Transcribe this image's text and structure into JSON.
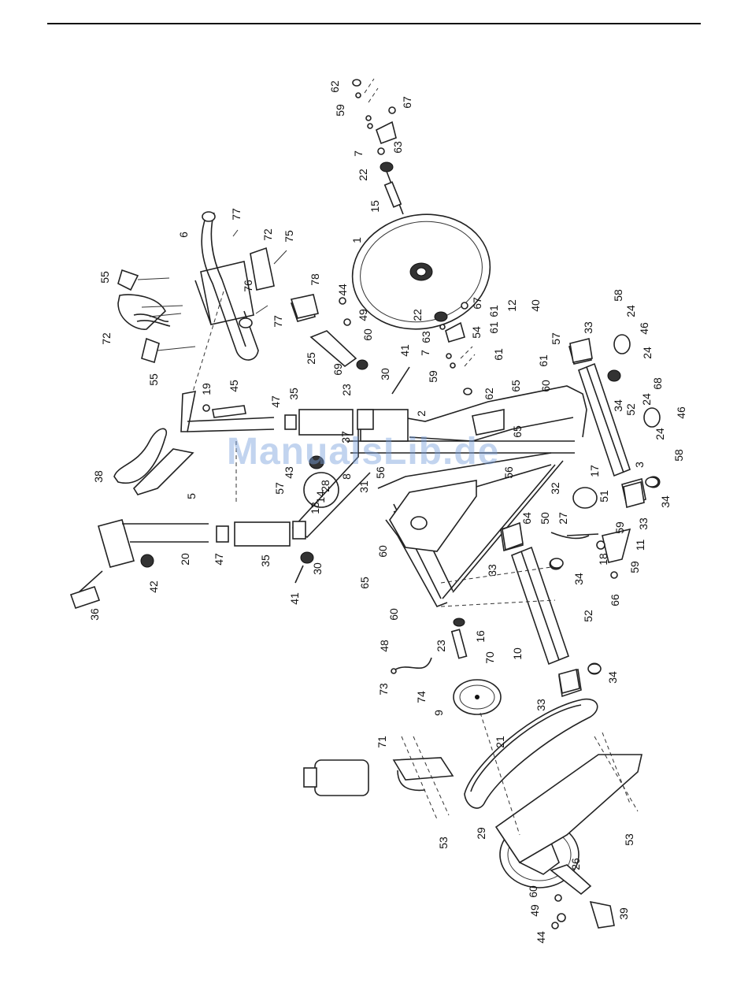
{
  "watermark": "ManualsLib.de",
  "callouts": [
    {
      "id": "c62a",
      "text": "62"
    },
    {
      "id": "c59a",
      "text": "59"
    },
    {
      "id": "c67a",
      "text": "67"
    },
    {
      "id": "c7a",
      "text": "7"
    },
    {
      "id": "c63a",
      "text": "63"
    },
    {
      "id": "c22a",
      "text": "22"
    },
    {
      "id": "c15",
      "text": "15"
    },
    {
      "id": "c1",
      "text": "1"
    },
    {
      "id": "c77a",
      "text": "77"
    },
    {
      "id": "c6",
      "text": "6"
    },
    {
      "id": "c72a",
      "text": "72"
    },
    {
      "id": "c75",
      "text": "75"
    },
    {
      "id": "c55a",
      "text": "55"
    },
    {
      "id": "c76",
      "text": "76"
    },
    {
      "id": "c72b",
      "text": "72"
    },
    {
      "id": "c77b",
      "text": "77"
    },
    {
      "id": "c55b",
      "text": "55"
    },
    {
      "id": "c78",
      "text": "78"
    },
    {
      "id": "c44a",
      "text": "44"
    },
    {
      "id": "c49a",
      "text": "49"
    },
    {
      "id": "c60a",
      "text": "60"
    },
    {
      "id": "c25",
      "text": "25"
    },
    {
      "id": "c69",
      "text": "69"
    },
    {
      "id": "c22b",
      "text": "22"
    },
    {
      "id": "c67b",
      "text": "67"
    },
    {
      "id": "c61a",
      "text": "61"
    },
    {
      "id": "c12",
      "text": "12"
    },
    {
      "id": "c40",
      "text": "40"
    },
    {
      "id": "c54",
      "text": "54"
    },
    {
      "id": "c61b",
      "text": "61"
    },
    {
      "id": "c63b",
      "text": "63"
    },
    {
      "id": "c7b",
      "text": "7"
    },
    {
      "id": "c57a",
      "text": "57"
    },
    {
      "id": "c61c",
      "text": "61"
    },
    {
      "id": "c61d",
      "text": "61"
    },
    {
      "id": "c41a",
      "text": "41"
    },
    {
      "id": "c30a",
      "text": "30"
    },
    {
      "id": "c23a",
      "text": "23"
    },
    {
      "id": "c59b",
      "text": "59"
    },
    {
      "id": "c62b",
      "text": "62"
    },
    {
      "id": "c33a",
      "text": "33"
    },
    {
      "id": "c58a",
      "text": "58"
    },
    {
      "id": "c24a",
      "text": "24"
    },
    {
      "id": "c46a",
      "text": "46"
    },
    {
      "id": "c24b",
      "text": "24"
    },
    {
      "id": "c65a",
      "text": "65"
    },
    {
      "id": "c60b",
      "text": "60"
    },
    {
      "id": "c68",
      "text": "68"
    },
    {
      "id": "c24c",
      "text": "24"
    },
    {
      "id": "c46b",
      "text": "46"
    },
    {
      "id": "c24d",
      "text": "24"
    },
    {
      "id": "c58b",
      "text": "58"
    },
    {
      "id": "c34a",
      "text": "34"
    },
    {
      "id": "c52a",
      "text": "52"
    },
    {
      "id": "c3",
      "text": "3"
    },
    {
      "id": "c65b",
      "text": "65"
    },
    {
      "id": "c2",
      "text": "2"
    },
    {
      "id": "c35a",
      "text": "35"
    },
    {
      "id": "c47a",
      "text": "47"
    },
    {
      "id": "c19",
      "text": "19"
    },
    {
      "id": "c45",
      "text": "45"
    },
    {
      "id": "c37",
      "text": "37"
    },
    {
      "id": "c43",
      "text": "43"
    },
    {
      "id": "c8",
      "text": "8"
    },
    {
      "id": "c31",
      "text": "31"
    },
    {
      "id": "c57b",
      "text": "57"
    },
    {
      "id": "c13",
      "text": "13"
    },
    {
      "id": "c14",
      "text": "14"
    },
    {
      "id": "c28",
      "text": "28"
    },
    {
      "id": "c56a",
      "text": "56"
    },
    {
      "id": "c56b",
      "text": "56"
    },
    {
      "id": "c38",
      "text": "38"
    },
    {
      "id": "c5",
      "text": "5"
    },
    {
      "id": "c17",
      "text": "17"
    },
    {
      "id": "c34b",
      "text": "34"
    },
    {
      "id": "c32",
      "text": "32"
    },
    {
      "id": "c51",
      "text": "51"
    },
    {
      "id": "c33b",
      "text": "33"
    },
    {
      "id": "c64",
      "text": "64"
    },
    {
      "id": "c50",
      "text": "50"
    },
    {
      "id": "c27",
      "text": "27"
    },
    {
      "id": "c59c",
      "text": "59"
    },
    {
      "id": "c11",
      "text": "11"
    },
    {
      "id": "c18",
      "text": "18"
    },
    {
      "id": "c59d",
      "text": "59"
    },
    {
      "id": "c66",
      "text": "66"
    },
    {
      "id": "c20",
      "text": "20"
    },
    {
      "id": "c47b",
      "text": "47"
    },
    {
      "id": "c35b",
      "text": "35"
    },
    {
      "id": "c30b",
      "text": "30"
    },
    {
      "id": "c41b",
      "text": "41"
    },
    {
      "id": "c42",
      "text": "42"
    },
    {
      "id": "c36",
      "text": "36"
    },
    {
      "id": "c60c",
      "text": "60"
    },
    {
      "id": "c65c",
      "text": "65"
    },
    {
      "id": "c60d",
      "text": "60"
    },
    {
      "id": "c33c",
      "text": "33"
    },
    {
      "id": "c34c",
      "text": "34"
    },
    {
      "id": "c52b",
      "text": "52"
    },
    {
      "id": "c10",
      "text": "10"
    },
    {
      "id": "c23b",
      "text": "23"
    },
    {
      "id": "c16",
      "text": "16"
    },
    {
      "id": "c48",
      "text": "48"
    },
    {
      "id": "c70",
      "text": "70"
    },
    {
      "id": "c73",
      "text": "73"
    },
    {
      "id": "c74",
      "text": "74"
    },
    {
      "id": "c9",
      "text": "9"
    },
    {
      "id": "c34d",
      "text": "34"
    },
    {
      "id": "c33d",
      "text": "33"
    },
    {
      "id": "c21",
      "text": "21"
    },
    {
      "id": "c71",
      "text": "71"
    },
    {
      "id": "c53a",
      "text": "53"
    },
    {
      "id": "c29",
      "text": "29"
    },
    {
      "id": "c53b",
      "text": "53"
    },
    {
      "id": "c26",
      "text": "26"
    },
    {
      "id": "c60e",
      "text": "60"
    },
    {
      "id": "c49b",
      "text": "49"
    },
    {
      "id": "c44b",
      "text": "44"
    },
    {
      "id": "c39",
      "text": "39"
    }
  ]
}
